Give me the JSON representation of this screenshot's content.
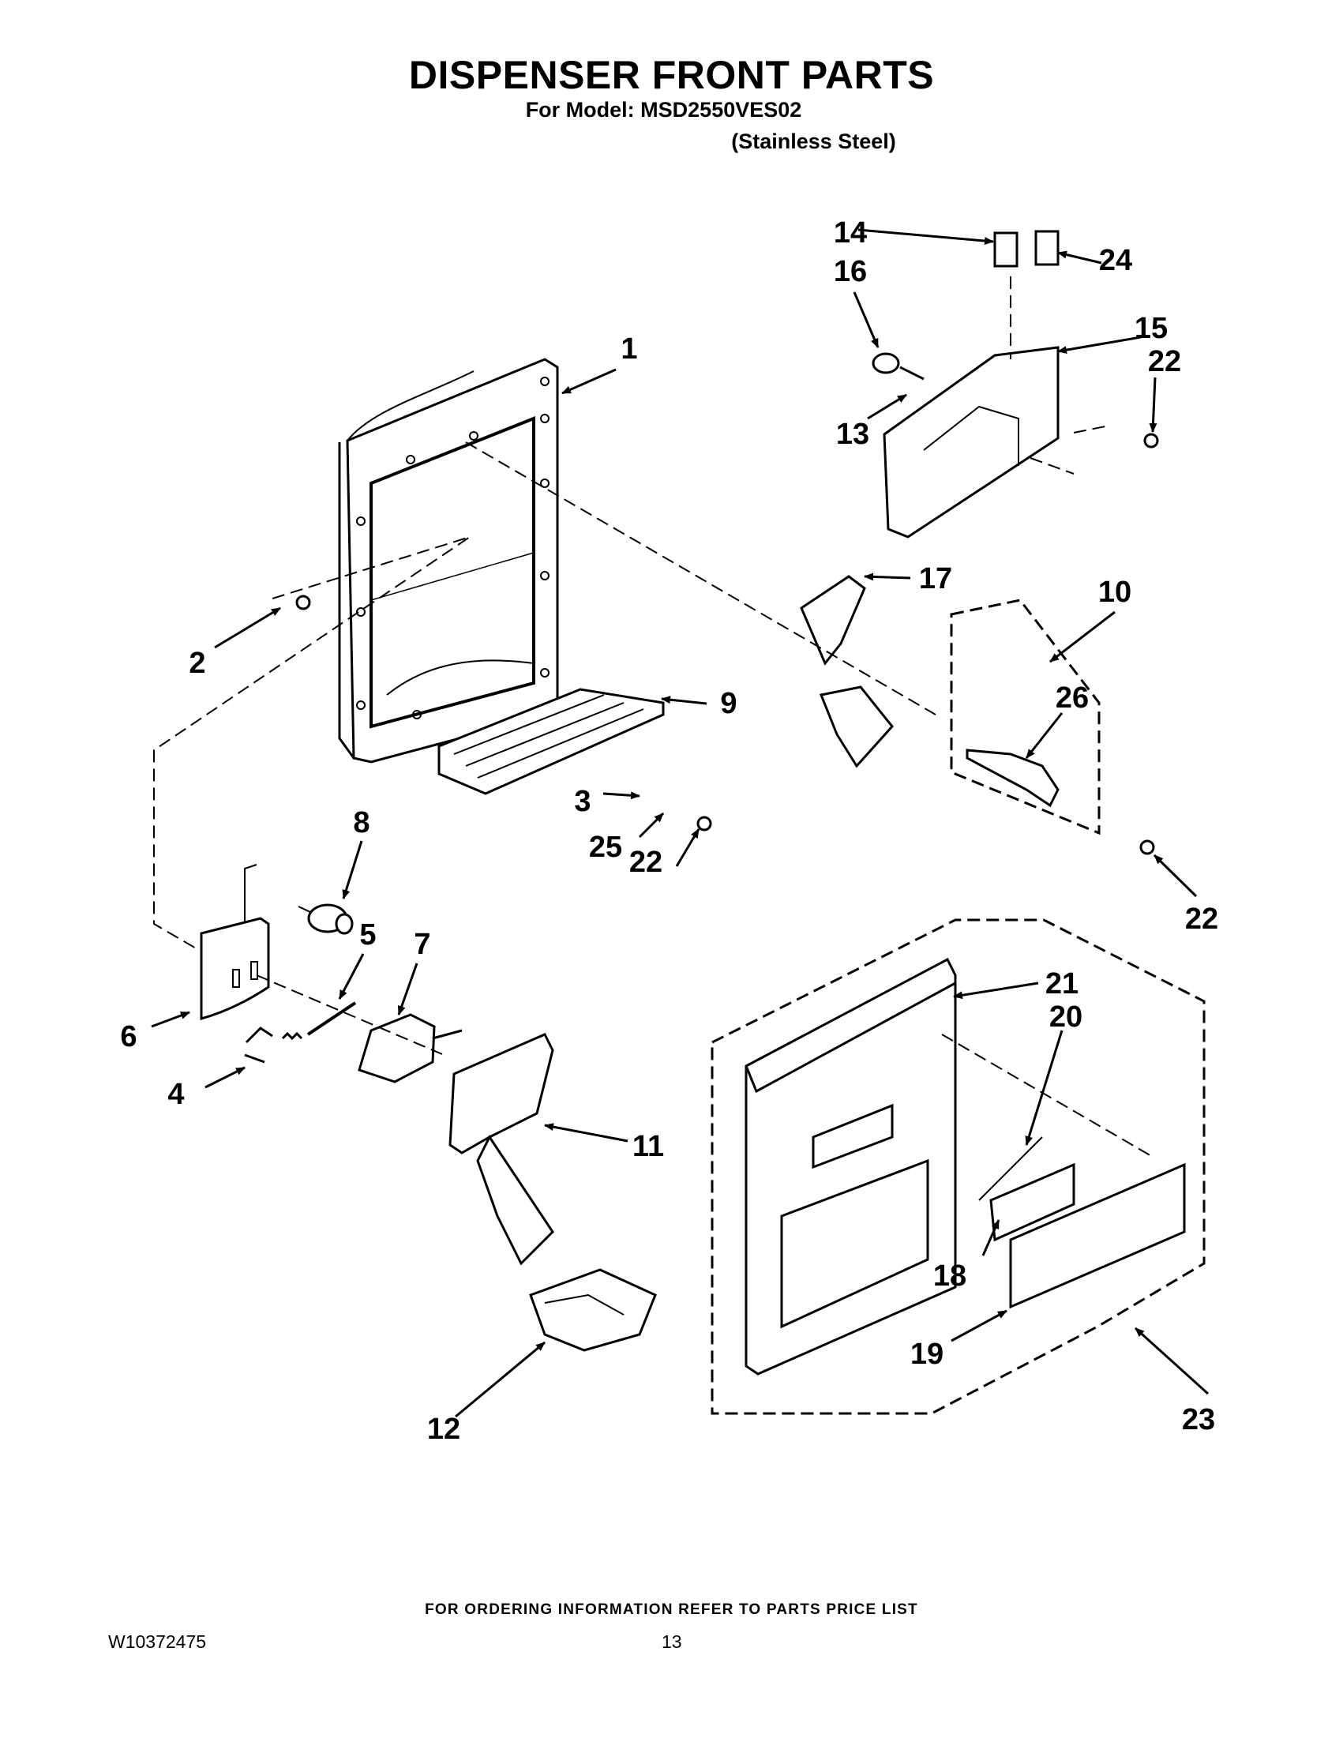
{
  "header": {
    "title": "DISPENSER FRONT PARTS",
    "model_line": "For Model: MSD2550VES02",
    "finish_line": "(Stainless Steel)"
  },
  "callouts": [
    "1",
    "2",
    "3",
    "4",
    "5",
    "6",
    "7",
    "8",
    "9",
    "10",
    "11",
    "12",
    "13",
    "14",
    "15",
    "16",
    "17",
    "18",
    "19",
    "20",
    "21",
    "22",
    "22",
    "22",
    "23",
    "24",
    "25",
    "26"
  ],
  "footer": {
    "ordering_note": "FOR ORDERING INFORMATION REFER TO PARTS PRICE LIST",
    "doc_number": "W10372475",
    "page_number": "13"
  }
}
